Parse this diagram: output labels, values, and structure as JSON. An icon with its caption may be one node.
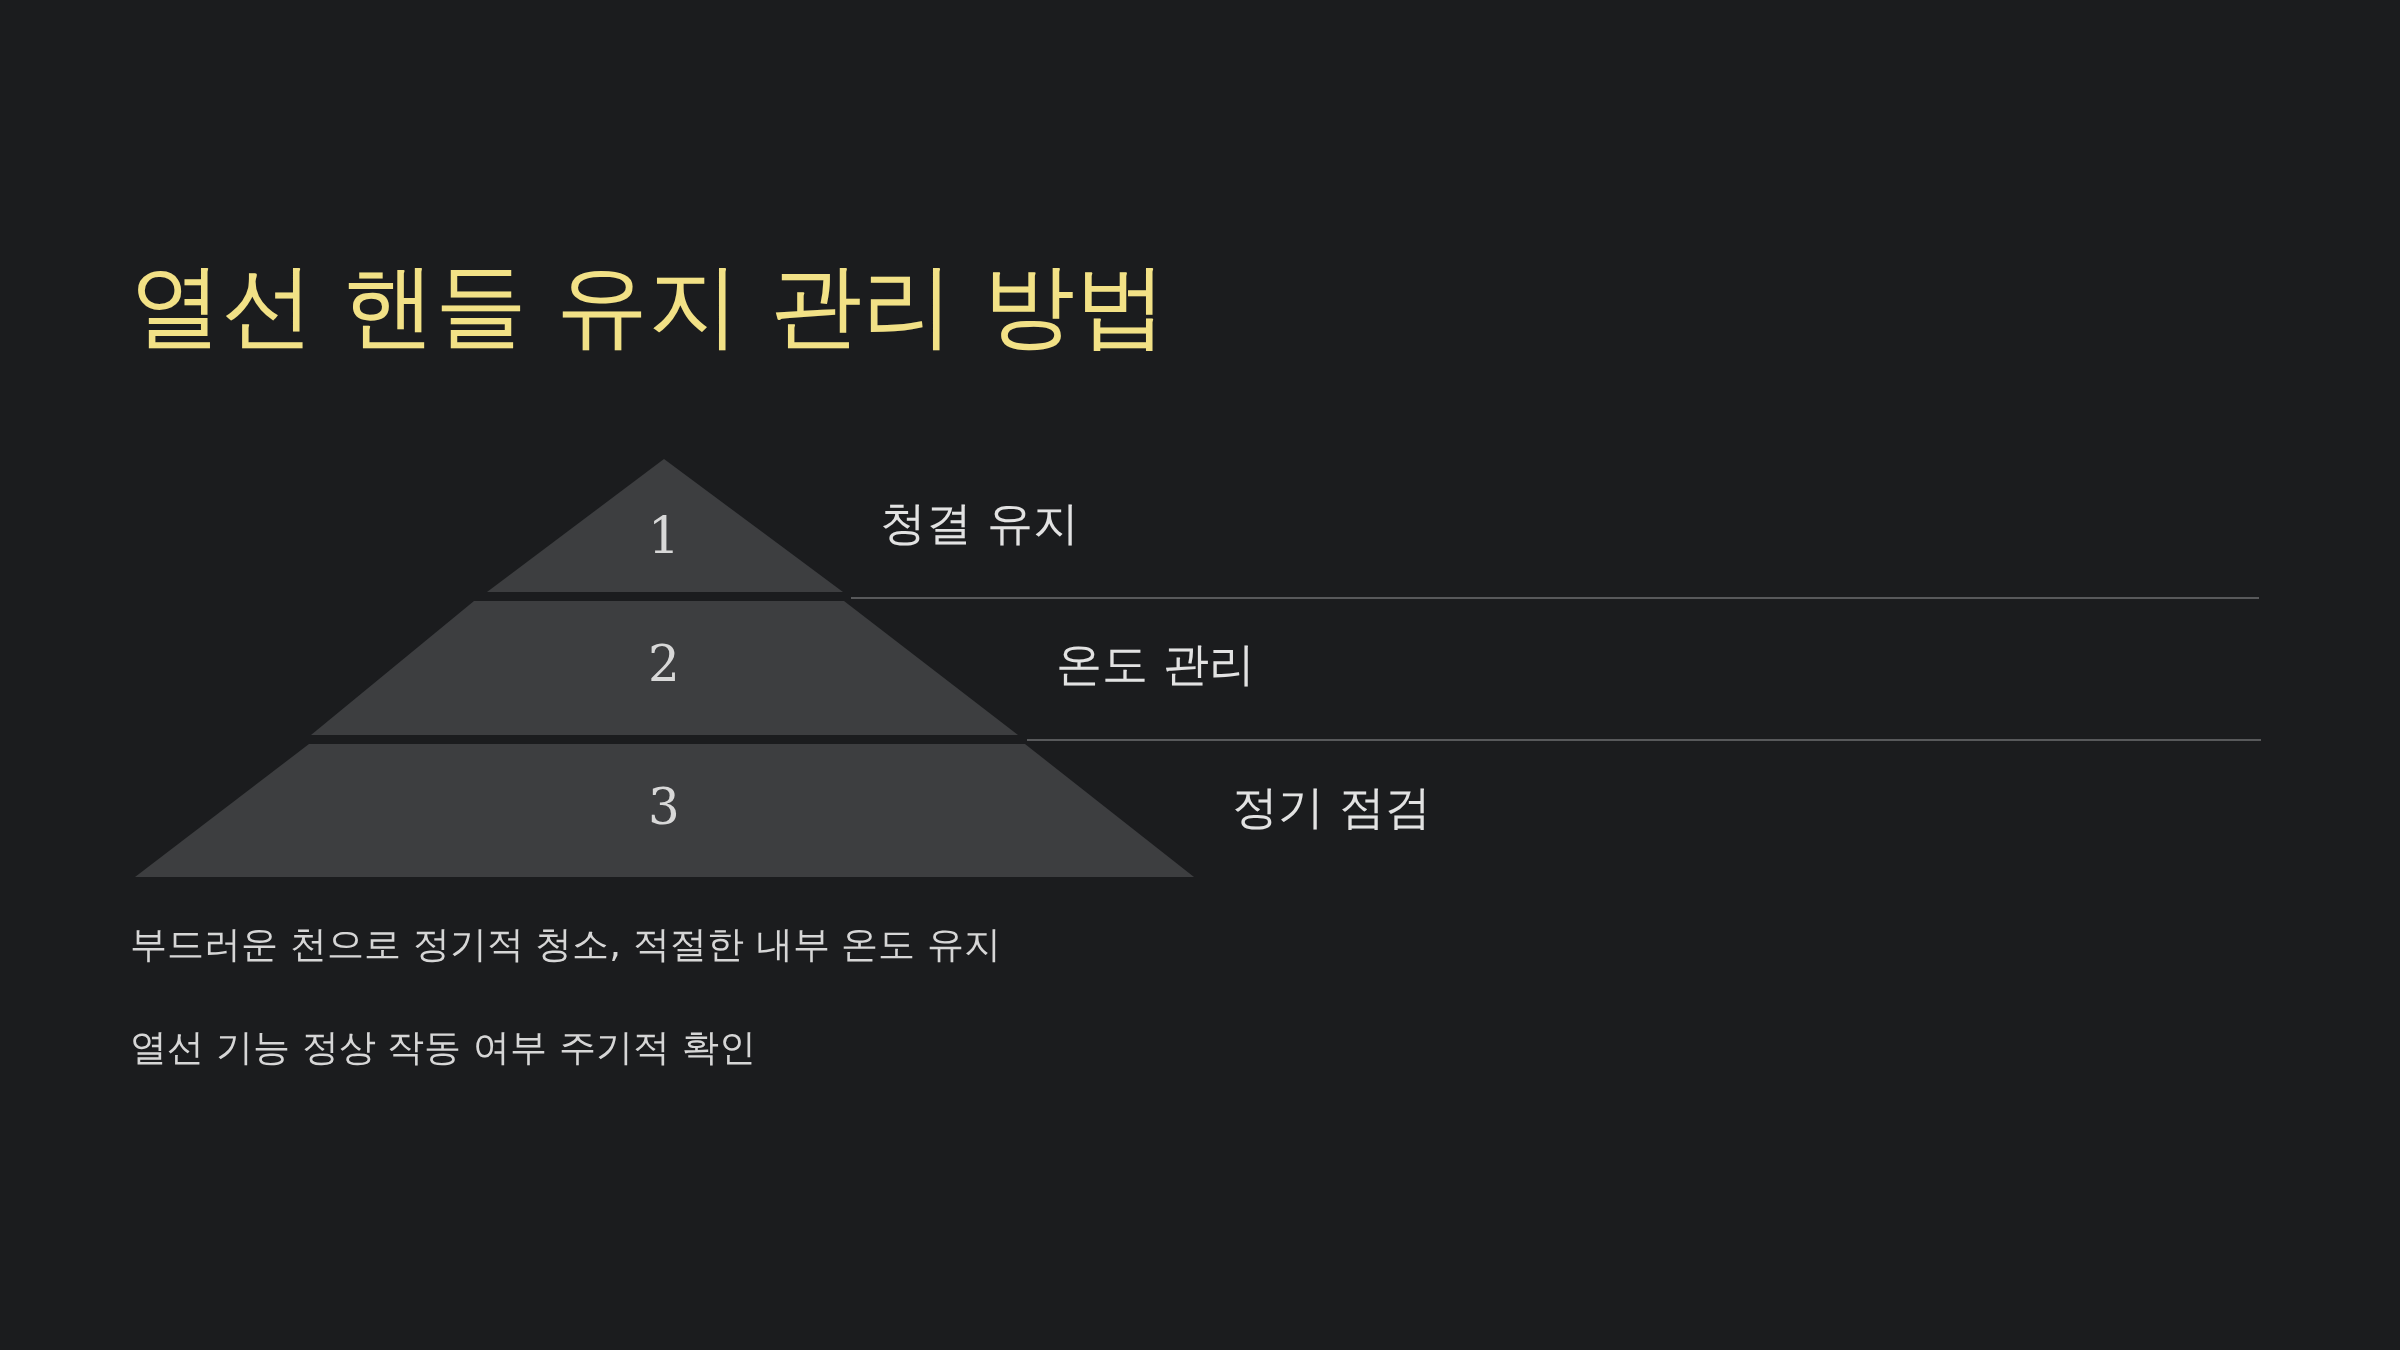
{
  "diagram": {
    "title": "열선 핸들 유지 관리 방법",
    "nodes": [
      {
        "text": [
          "1"
        ],
        "beside": [
          "청결 유지"
        ]
      },
      {
        "text": [
          "2"
        ],
        "beside": [
          "온도 관리"
        ]
      },
      {
        "text": [
          "3"
        ],
        "beside": [
          "정기 점검"
        ]
      }
    ],
    "labels": [
      "부드러운 천으로 정기적 청소, 적절한 내부 온도 유지",
      "열선 기능 정상 작동 여부 주기적 확인"
    ]
  }
}
